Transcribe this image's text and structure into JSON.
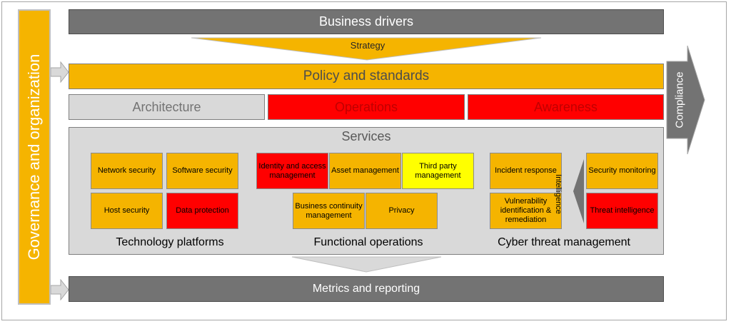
{
  "governance": "Governance and organization",
  "business_drivers": "Business drivers",
  "strategy": "Strategy",
  "policy": "Policy and standards",
  "compliance": "Compliance",
  "pillars": [
    "Architecture",
    "Operations",
    "Awareness"
  ],
  "services_title": "Services",
  "technology_platforms": {
    "label": "Technology platforms",
    "items": [
      "Network security",
      "Software security",
      "Host security",
      "Data protection"
    ]
  },
  "functional_operations": {
    "label": "Functional operations",
    "items": [
      "Identity and access management",
      "Asset management",
      "Third  party management",
      "Business continuity management",
      "Privacy"
    ]
  },
  "cyber_threat_management": {
    "label": "Cyber threat management",
    "items": [
      "Incident response",
      "Vulnerability identification & remediation",
      "Security monitoring",
      "Threat intelligence"
    ],
    "link_label": "Intelligence"
  },
  "metrics": "Metrics and reporting",
  "colors": {
    "orange": "#f5b400",
    "red": "#ff0000",
    "yellow": "#ffff00",
    "gray": "#737373",
    "light_gray": "#d9d9d9"
  }
}
